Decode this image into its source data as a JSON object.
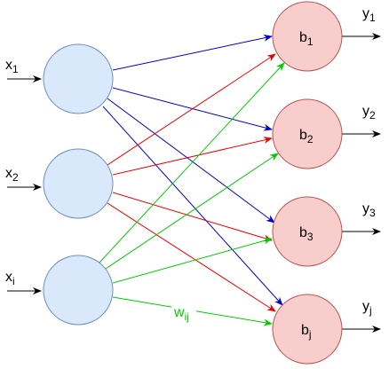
{
  "inputs": [
    {
      "label": "x",
      "sub": "1"
    },
    {
      "label": "x",
      "sub": "2"
    },
    {
      "label": "x",
      "sub": "i"
    }
  ],
  "outputs": [
    {
      "bias": "b",
      "bias_sub": "1",
      "label": "y",
      "sub": "1"
    },
    {
      "bias": "b",
      "bias_sub": "2",
      "label": "y",
      "sub": "2"
    },
    {
      "bias": "b",
      "bias_sub": "3",
      "label": "y",
      "sub": "3"
    },
    {
      "bias": "b",
      "bias_sub": "j",
      "label": "y",
      "sub": "j"
    }
  ],
  "weight_label": {
    "label": "w",
    "sub": "ij"
  },
  "colors": {
    "input_fill": "#dae8fc",
    "input_stroke": "#6c8ebf",
    "output_fill": "#f8cecc",
    "output_stroke": "#b85450",
    "edge_from_x1": "#0000cc",
    "edge_from_x2": "#ee0000",
    "edge_from_xi": "#00cc00",
    "weight_label": "#00cc00",
    "io_arrow": "#000000"
  }
}
